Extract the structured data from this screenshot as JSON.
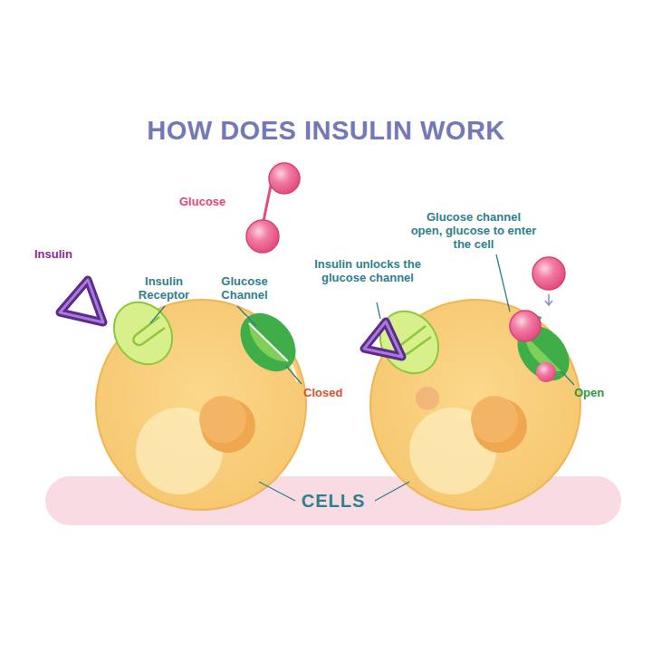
{
  "diagram": {
    "title": "HOW DOES INSULIN WORK",
    "nodes": [
      {
        "text": [
          "CELLS"
        ]
      }
    ],
    "labels": [
      "Glucose",
      "Insulin",
      "Insulin Receptor",
      "Glucose Channel",
      "Closed",
      "Insulin unlocks the glucose channel",
      "Glucose channel open, glucose to enter the cell",
      "Open"
    ]
  }
}
